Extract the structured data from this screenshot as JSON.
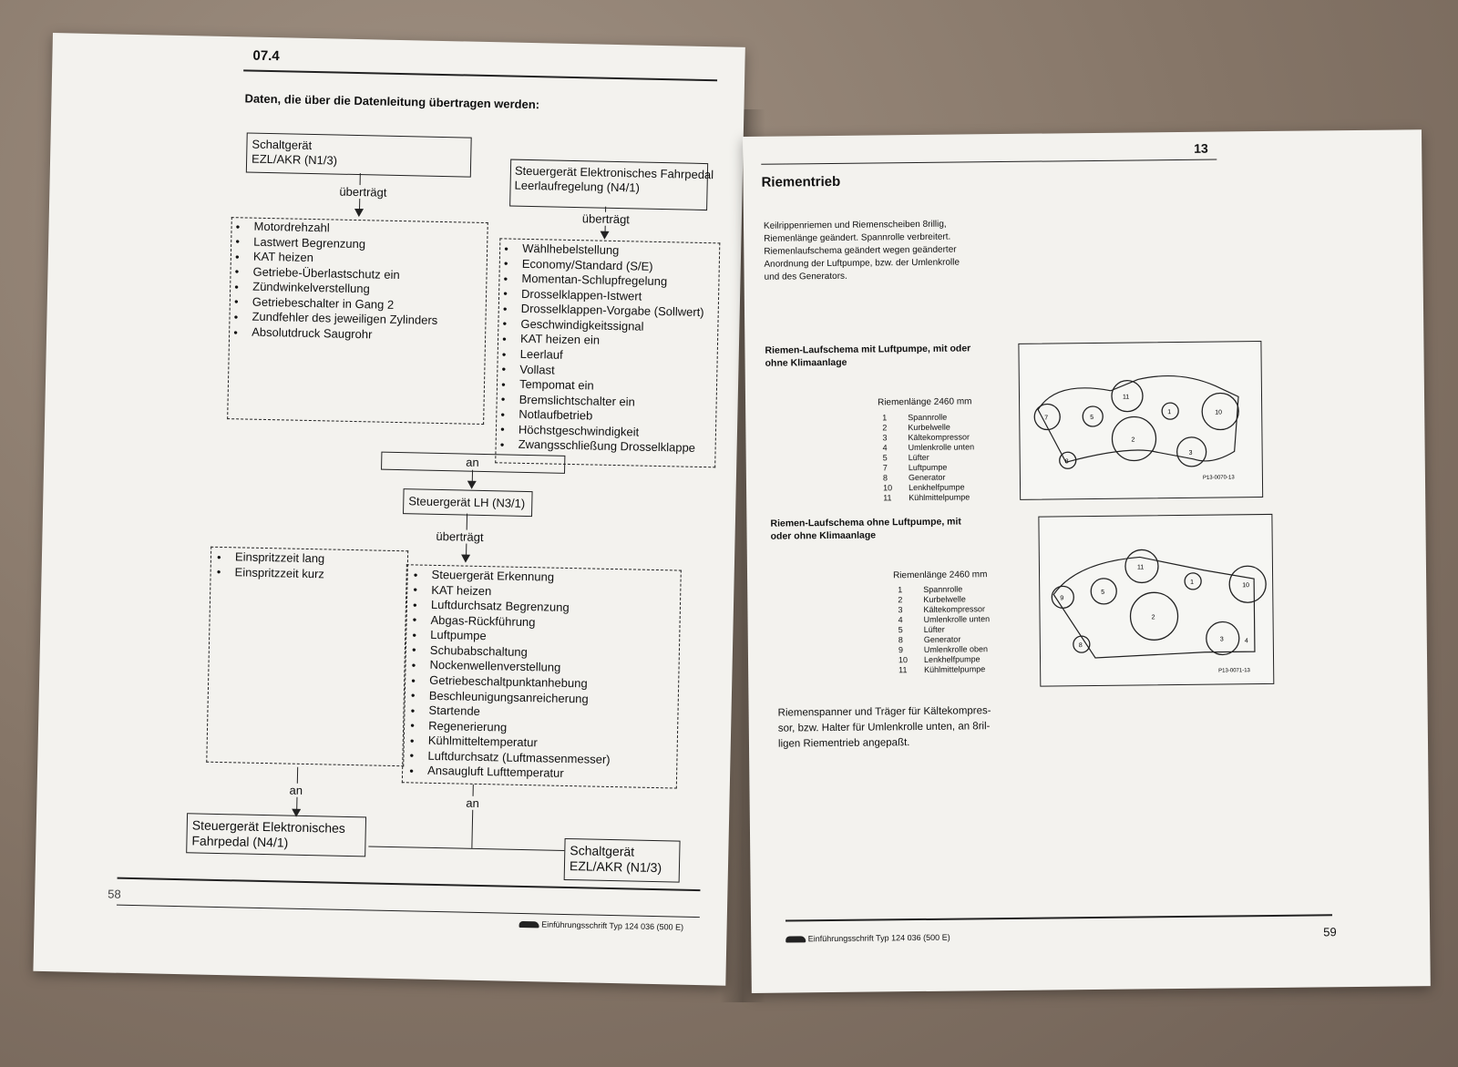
{
  "left_page": {
    "section": "07.4",
    "heading": "Daten, die über die Datenleitung übertragen werden:",
    "box_ezl_top": [
      "Schaltgerät",
      "EZL/AKR (N1/3)"
    ],
    "box_pedal_top": [
      "Steuergerät Elektronisches Fahrpedal",
      "Leerlaufregelung (N4/1)"
    ],
    "label_uebertraegt_1": "überträgt",
    "label_uebertraegt_2": "überträgt",
    "list_ezl": [
      "Motordrehzahl",
      "Lastwert Begrenzung",
      "KAT heizen",
      "Getriebe-Überlastschutz ein",
      "Zündwinkelverstellung",
      "Getriebeschalter in Gang 2",
      "Zundfehler des jeweiligen Zylinders",
      "Absolutdruck Saugrohr"
    ],
    "list_pedal": [
      "Wählhebelstellung",
      "Economy/Standard (S/E)",
      "Momentan-Schlupfregelung",
      "Drosselklappen-Istwert",
      "Drosselklappen-Vorgabe (Sollwert)",
      "Geschwindigkeitssignal",
      "KAT heizen ein",
      "Leerlauf",
      "Vollast",
      "Tempomat ein",
      "Bremslichtschalter ein",
      "Notlaufbetrieb",
      "Höchstgeschwindigkeit",
      "Zwangsschließung Drosselklappe"
    ],
    "label_an_1": "an",
    "box_lh": "Steuergerät LH (N3/1)",
    "label_uebertraegt_3": "überträgt",
    "list_to_pedal": [
      "Einspritzzeit lang",
      "Einspritzzeit kurz"
    ],
    "list_to_ezl": [
      "Steuergerät Erkennung",
      "KAT heizen",
      "Luftdurchsatz Begrenzung",
      "Abgas-Rückführung",
      "Luftpumpe",
      "Schubabschaltung",
      "Nockenwellenverstellung",
      "Getriebeschaltpunktanhebung",
      "Beschleunigungsanreicherung",
      "Startende",
      "Regenerierung",
      "Kühlmitteltemperatur",
      "Luftdurchsatz (Luftmassenmesser)",
      "Ansaugluft Lufttemperatur"
    ],
    "label_an_2": "an",
    "label_an_3": "an",
    "box_pedal_bottom": [
      "Steuergerät Elektronisches",
      "Fahrpedal (N4/1)"
    ],
    "box_ezl_bottom": [
      "Schaltgerät",
      "EZL/AKR (N1/3)"
    ],
    "page_number": "58",
    "footer": "Einführungsschrift Typ 124 036 (500 E)"
  },
  "right_page": {
    "section": "13",
    "heading": "Riementrieb",
    "intro": [
      "Keilrippenriemen und Riemenscheiben 8rillig,",
      "Riemenlänge geändert. Spannrolle verbreitert.",
      "Riemenlaufschema geändert wegen geänderter",
      "Anordnung der Luftpumpe, bzw. der Umlenkrolle",
      "und des Generators."
    ],
    "fig1_title": [
      "Riemen-Laufschema mit Luftpumpe, mit oder",
      "ohne Klimaanlage"
    ],
    "fig1_length": "Riemenlänge 2460 mm",
    "fig1_legend": [
      {
        "n": "1",
        "t": "Spannrolle"
      },
      {
        "n": "2",
        "t": "Kurbelwelle"
      },
      {
        "n": "3",
        "t": "Kältekompressor"
      },
      {
        "n": "4",
        "t": "Umlenkrolle unten"
      },
      {
        "n": "5",
        "t": "Lüfter"
      },
      {
        "n": "7",
        "t": "Luftpumpe"
      },
      {
        "n": "8",
        "t": "Generator"
      },
      {
        "n": "10",
        "t": "Lenkhelfpumpe"
      },
      {
        "n": "11",
        "t": "Kühlmittelpumpe"
      }
    ],
    "fig1_code": "P13-0070-13",
    "fig1_pulleys": [
      "11",
      "7",
      "5",
      "1",
      "10",
      "2",
      "3",
      "8"
    ],
    "fig2_title": [
      "Riemen-Laufschema ohne Luftpumpe, mit",
      "oder ohne Klimaanlage"
    ],
    "fig2_length": "Riemenlänge 2460 mm",
    "fig2_legend": [
      {
        "n": "1",
        "t": "Spannrolle"
      },
      {
        "n": "2",
        "t": "Kurbelwelle"
      },
      {
        "n": "3",
        "t": "Kältekompressor"
      },
      {
        "n": "4",
        "t": "Umlenkrolle unten"
      },
      {
        "n": "5",
        "t": "Lüfter"
      },
      {
        "n": "8",
        "t": "Generator"
      },
      {
        "n": "9",
        "t": "Umlenkrolle oben"
      },
      {
        "n": "10",
        "t": "Lenkhelfpumpe"
      },
      {
        "n": "11",
        "t": "Kühlmittelpumpe"
      }
    ],
    "fig2_code": "P13-0071-13",
    "fig2_pulleys": [
      "11",
      "9",
      "5",
      "1",
      "10",
      "2",
      "3",
      "8",
      "4"
    ],
    "closing": [
      "Riemenspanner  und Träger für Kältekompres-",
      "sor, bzw. Halter für Umlenkrolle unten, an 8ril-",
      "ligen Riementrieb angepaßt."
    ],
    "page_number": "59",
    "footer": "Einführungsschrift Typ 124 036 (500 E)"
  }
}
